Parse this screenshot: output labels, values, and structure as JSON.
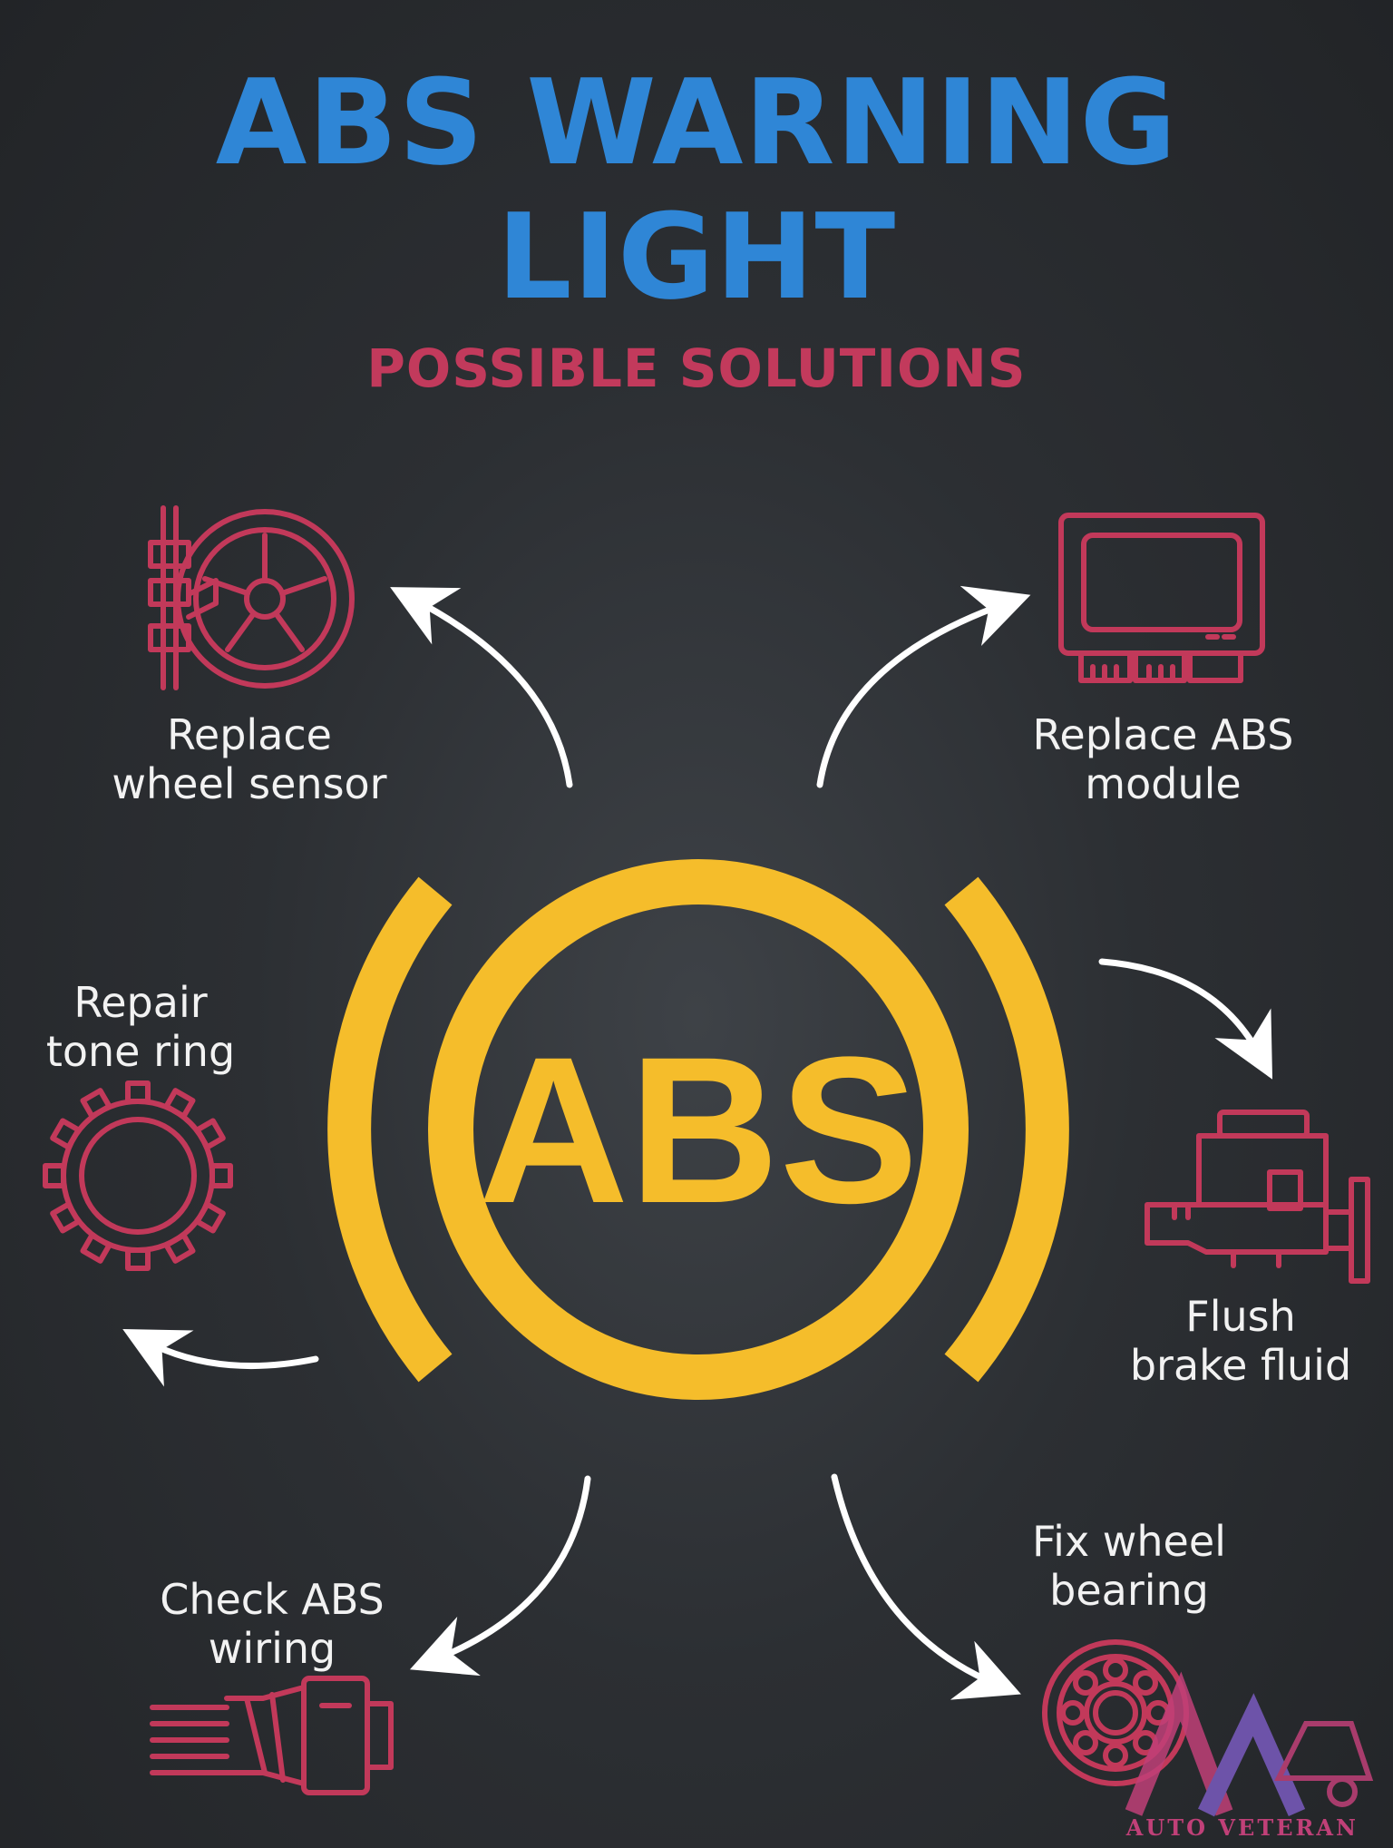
{
  "header": {
    "title_line1": "ABS WARNING",
    "title_line2": "LIGHT",
    "subtitle": "POSSIBLE SOLUTIONS"
  },
  "center_badge": {
    "text": "ABS"
  },
  "solutions": [
    {
      "line1": "Replace",
      "line2": "wheel sensor",
      "icon": "wheel-sensor-icon"
    },
    {
      "line1": "Replace ABS",
      "line2": "module",
      "icon": "abs-module-icon"
    },
    {
      "line1": "Repair",
      "line2": "tone ring",
      "icon": "tone-ring-icon"
    },
    {
      "line1": "Flush",
      "line2": "brake fluid",
      "icon": "master-cylinder-icon"
    },
    {
      "line1": "Check ABS",
      "line2": "wiring",
      "icon": "wiring-connector-icon"
    },
    {
      "line1": "Fix wheel",
      "line2": "bearing",
      "icon": "wheel-bearing-icon"
    }
  ],
  "watermark": {
    "text": "AUTO VETERAN"
  },
  "colors": {
    "background": "#2c2f33",
    "title": "#2f86d6",
    "subtitle": "#c23a5c",
    "icon": "#c2395a",
    "badge": "#f5bd2b",
    "text": "#f2f2f2",
    "arrow": "#ffffff"
  }
}
